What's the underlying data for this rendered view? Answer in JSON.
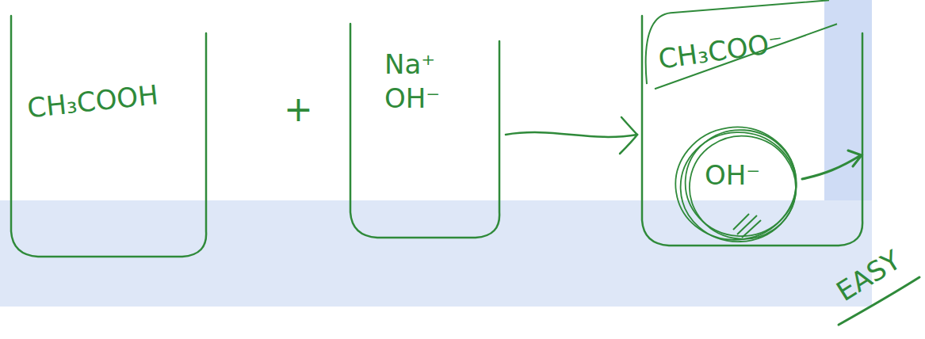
{
  "diagram": {
    "nodes": [
      {
        "text": [
          "CH₃COOH"
        ]
      },
      {
        "text": [
          "Na⁺ OH⁻"
        ]
      },
      {
        "text": [
          "CH₃COO⁻"
        ]
      },
      {
        "text": [
          "OH⁻"
        ],
        "in": 2
      }
    ],
    "edges": [
      {
        "from": 1,
        "to": 2,
        "arrow": "to"
      }
    ],
    "labels": [
      "+",
      "EASY"
    ]
  }
}
